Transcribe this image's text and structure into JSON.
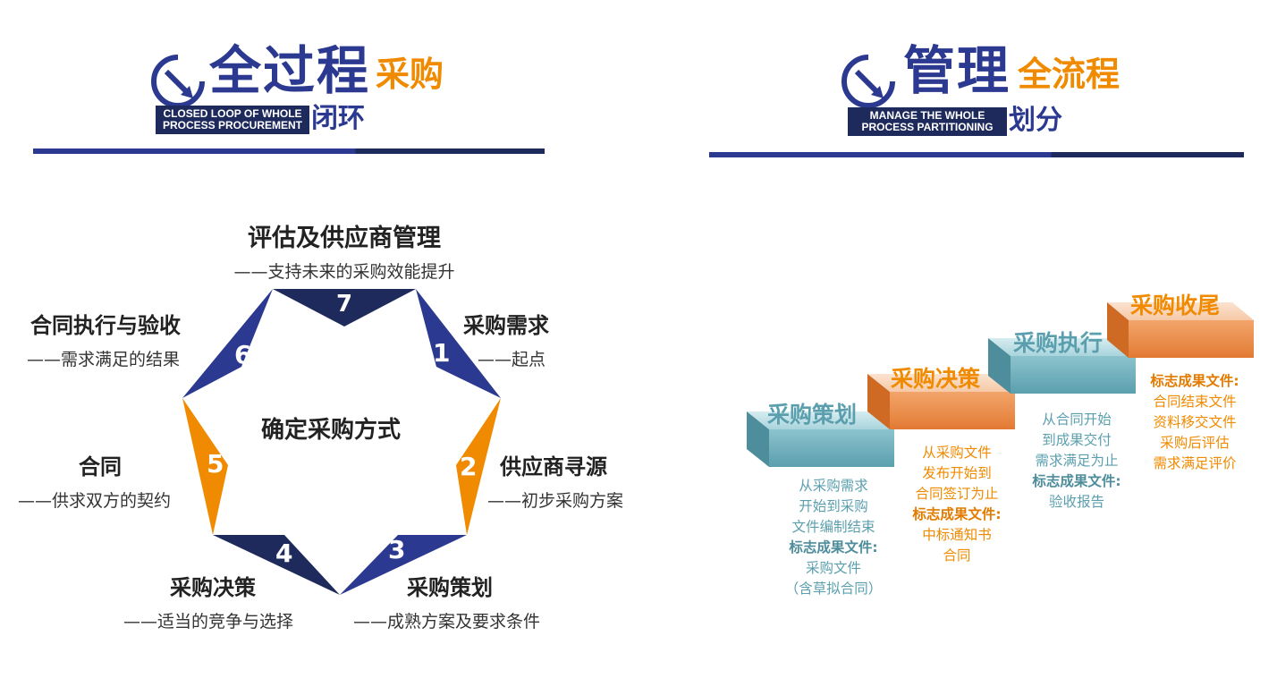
{
  "left_panel": {
    "title_main": "全过程",
    "title_accent": "采购",
    "title_suffix": "闭环",
    "en_line1": "CLOSED LOOP OF WHOLE",
    "en_line2": "PROCESS PROCUREMENT",
    "center_label": "确定采购方式",
    "nodes": [
      {
        "num": "1",
        "title": "采购需求",
        "sub": "——起点"
      },
      {
        "num": "2",
        "title": "供应商寻源",
        "sub": "——初步采购方案"
      },
      {
        "num": "3",
        "title": "采购策划",
        "sub": "——成熟方案及要求条件"
      },
      {
        "num": "4",
        "title": "采购决策",
        "sub": "——适当的竞争与选择"
      },
      {
        "num": "5",
        "title": "合同",
        "sub": "——供求双方的契约"
      },
      {
        "num": "6",
        "title": "合同执行与验收",
        "sub": "——需求满足的结果"
      },
      {
        "num": "7",
        "title": "评估及供应商管理",
        "sub": "——支持未来的采购效能提升"
      }
    ]
  },
  "right_panel": {
    "title_main": "管理",
    "title_accent": "全流程",
    "title_suffix": "划分",
    "en_line1": "MANAGE THE WHOLE",
    "en_line2": "PROCESS PARTITIONING",
    "steps": [
      {
        "label": "采购策划",
        "lines": [
          "从采购需求",
          "开始到采购",
          "文件编制结束"
        ],
        "result_label": "标志成果文件:",
        "results": [
          "采购文件",
          "（含草拟合同）"
        ]
      },
      {
        "label": "采购决策",
        "lines": [
          "从采购文件",
          "发布开始到",
          "合同签订为止"
        ],
        "result_label": "标志成果文件:",
        "results": [
          "中标通知书",
          "合同"
        ]
      },
      {
        "label": "采购执行",
        "lines": [
          "从合同开始",
          "到成果交付",
          "需求满足为止"
        ],
        "result_label": "标志成果文件:",
        "results": [
          "验收报告"
        ]
      },
      {
        "label": "采购收尾",
        "lines": [],
        "result_label": "标志成果文件:",
        "results": [
          "合同结束文件",
          "资料移交文件",
          "采购后评估",
          "需求满足评价"
        ]
      }
    ]
  },
  "colors": {
    "navy": "#2b3990",
    "dark_navy": "#1f2a5c",
    "orange": "#f08a00",
    "teal": "#5b9fae",
    "teal_light": "#a9d4dc",
    "peach": "#f6c9a7"
  }
}
